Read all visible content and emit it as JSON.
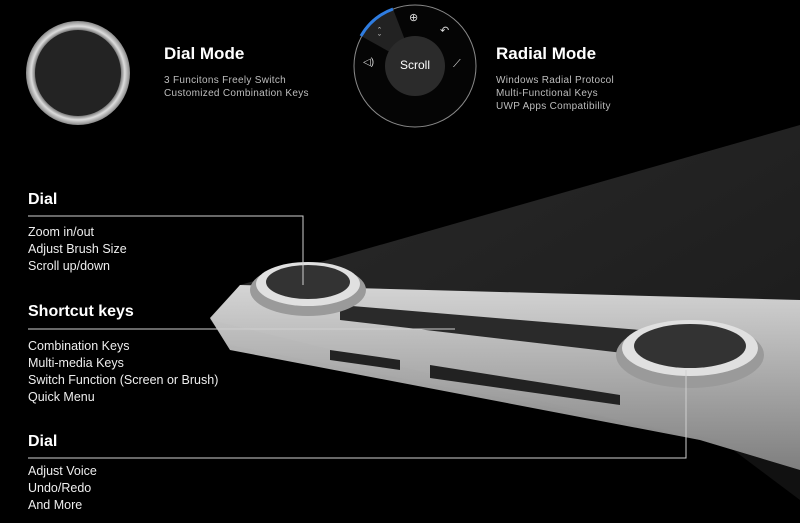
{
  "dial_mode": {
    "title": "Dial Mode",
    "lines": [
      "3 Funcitons Freely Switch",
      "Customized Combination Keys"
    ]
  },
  "radial_mode": {
    "title": "Radial Mode",
    "lines": [
      "Windows Radial Protocol",
      "Multi-Functional Keys",
      "UWP Apps Compatibility"
    ]
  },
  "radial_menu": {
    "center_label": "Scroll",
    "icons": [
      "zoom-icon",
      "undo-icon",
      "brush-icon",
      "volume-icon",
      "scroll-arrows-icon"
    ],
    "accent": "#2f7de1"
  },
  "callouts": [
    {
      "title": "Dial",
      "items": [
        "Zoom in/out",
        "Adjust Brush Size",
        "Scroll up/down"
      ]
    },
    {
      "title": "Shortcut keys",
      "items": [
        "Combination Keys",
        "Multi-media Keys",
        "Switch Function (Screen or Brush)",
        "Quick Menu"
      ]
    },
    {
      "title": "Dial",
      "items": [
        "Adjust Voice",
        "Undo/Redo",
        "And More"
      ]
    }
  ]
}
